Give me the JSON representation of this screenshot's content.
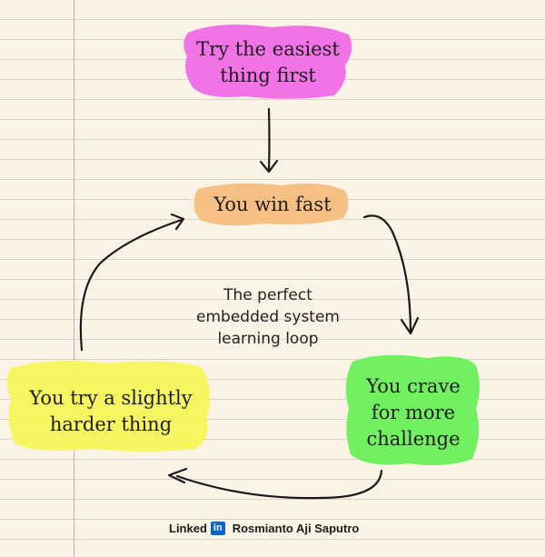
{
  "colors": {
    "paper": "#fbf4e6",
    "rule_line": "#ddd3c4",
    "margin_line": "#e9a2a6",
    "highlight_pink": "#f06be6",
    "highlight_orange": "#f6bd7e",
    "highlight_green": "#69f05a",
    "highlight_yellow": "#f5f55a",
    "linkedin_blue": "#0a66c2"
  },
  "nodes": {
    "start": {
      "lines": [
        "Try the easiest",
        "thing first"
      ]
    },
    "win": {
      "lines": [
        "You win fast"
      ]
    },
    "crave": {
      "lines": [
        "You crave",
        "for more",
        "challenge"
      ]
    },
    "harder": {
      "lines": [
        "You try a slightly",
        "harder thing"
      ]
    }
  },
  "center_label": {
    "lines": [
      "The perfect",
      "embedded system",
      "learning loop"
    ]
  },
  "footer": {
    "brand_text": "Linked",
    "brand_badge": "in",
    "author": "Rosmianto Aji Saputro"
  }
}
